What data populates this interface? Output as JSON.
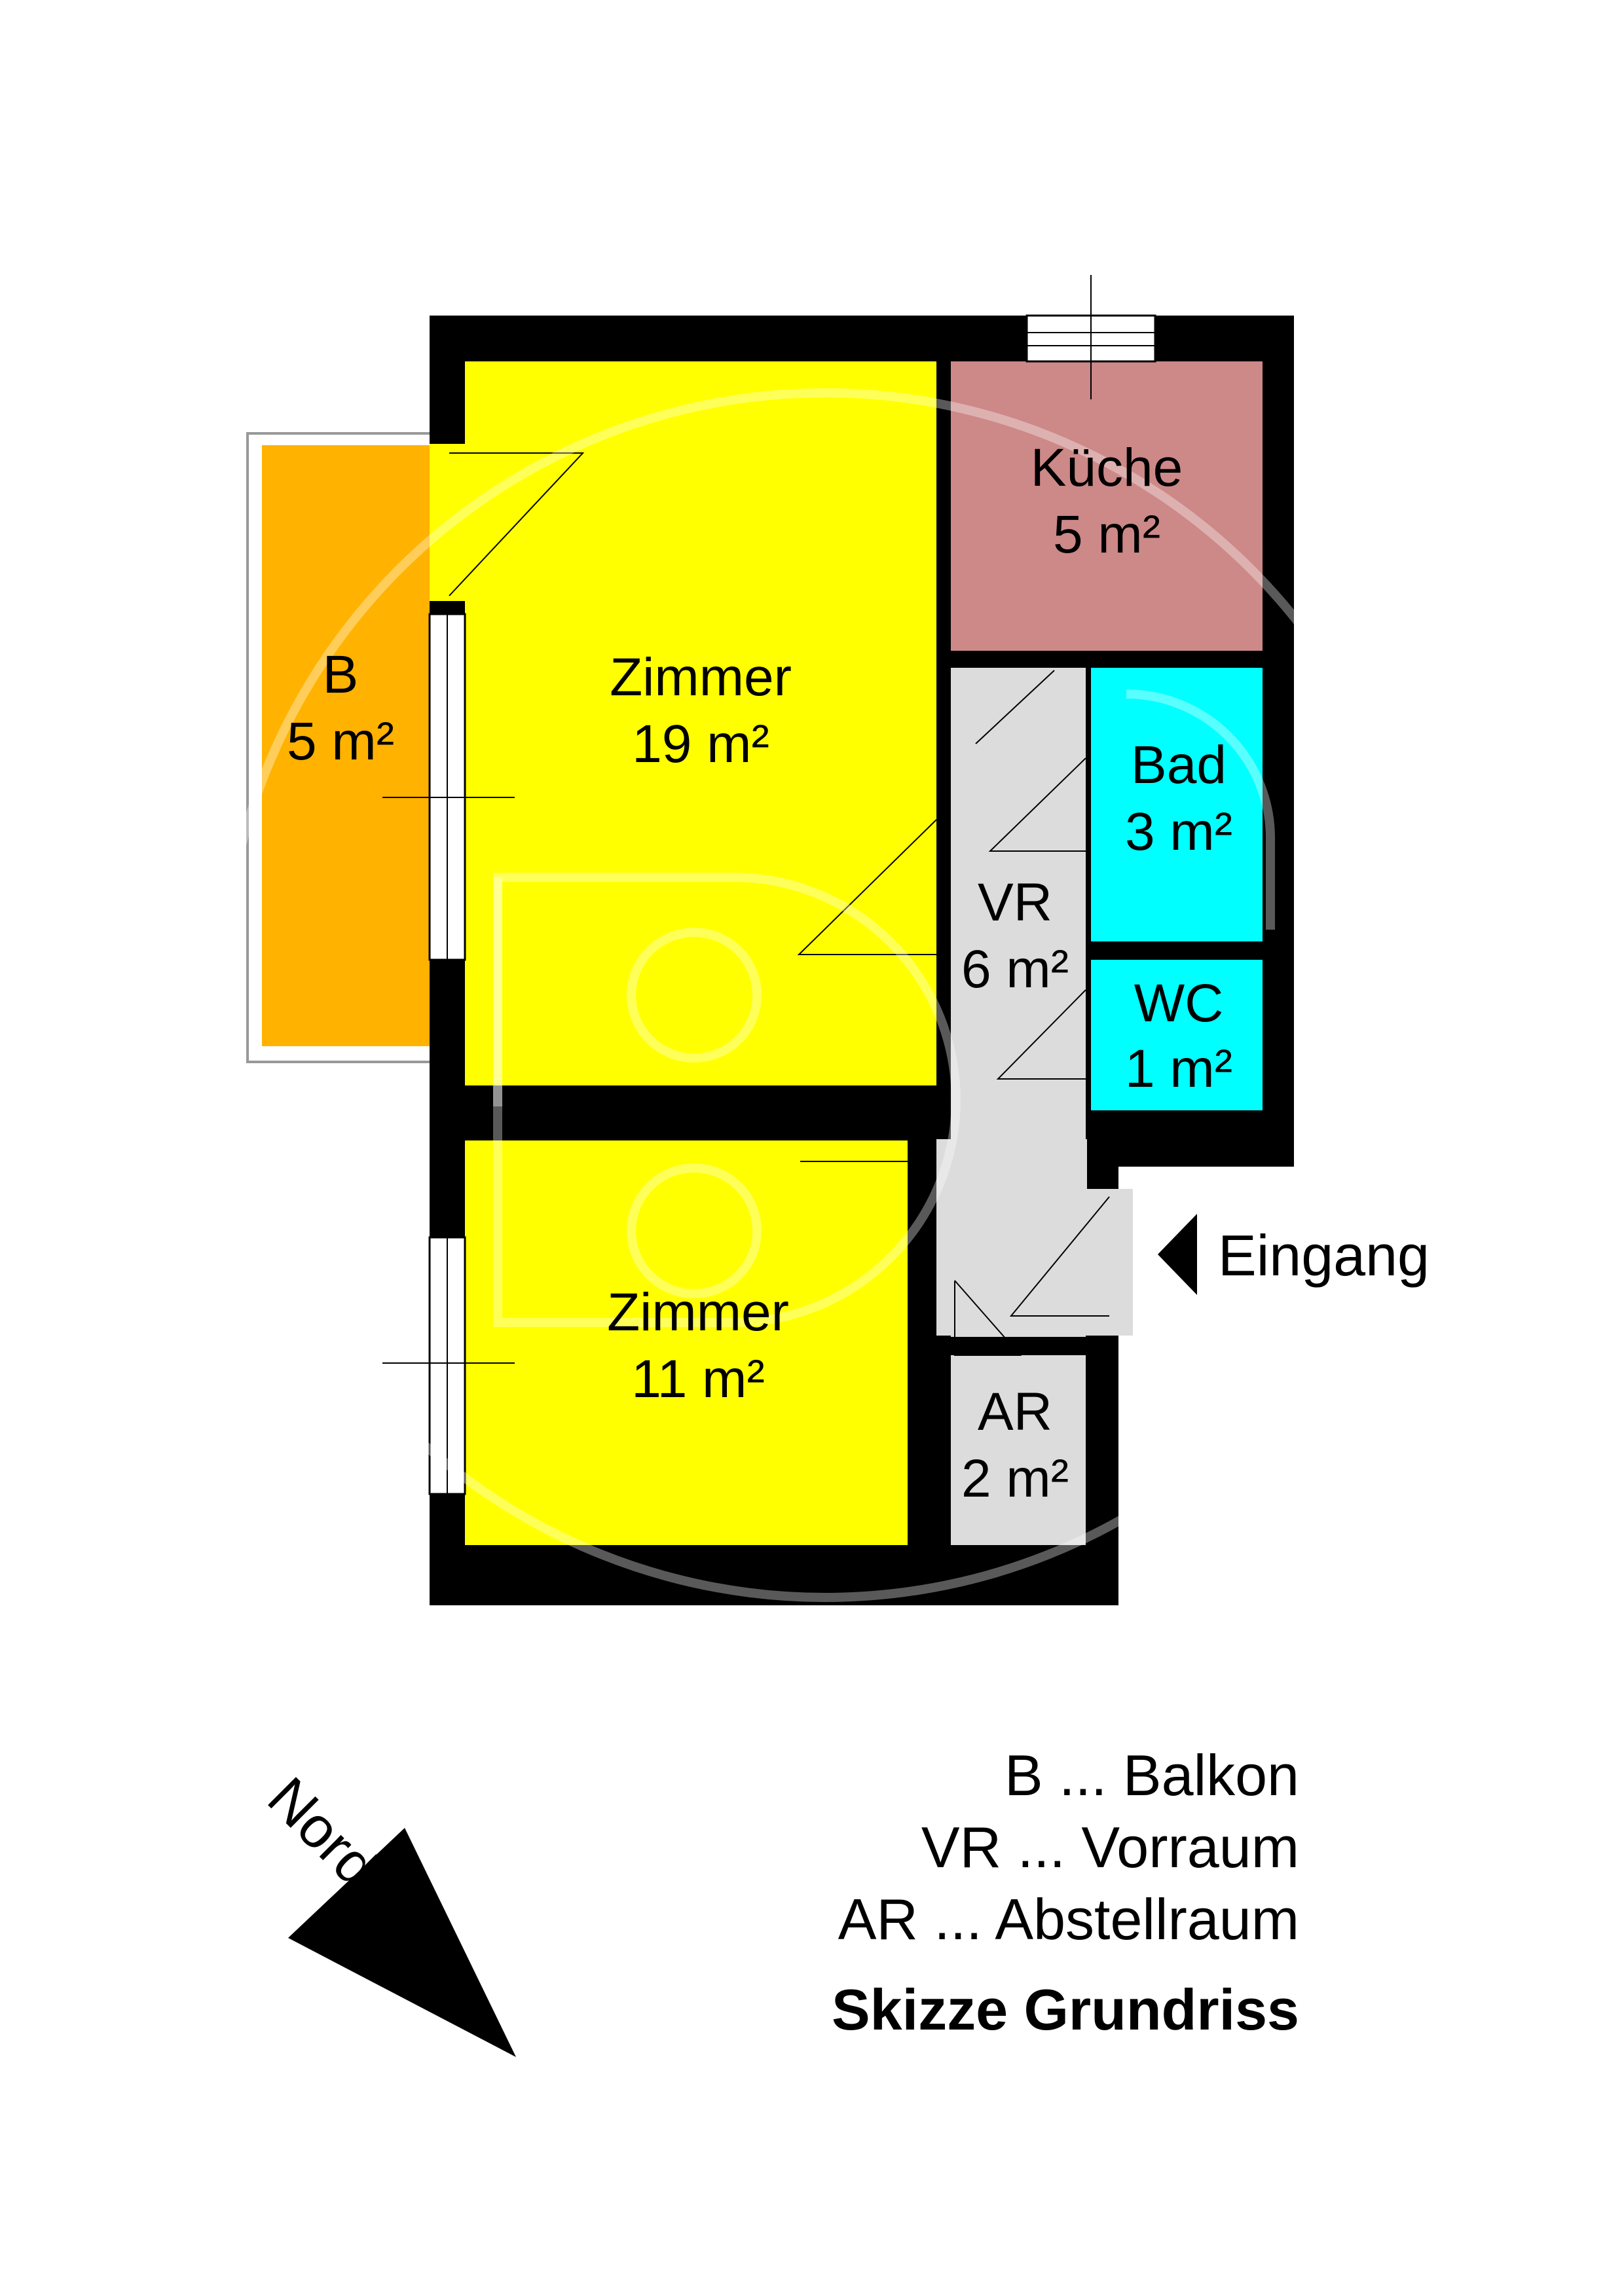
{
  "rooms": {
    "balkon": {
      "name": "B",
      "area": "5 m²",
      "color": "#FFB200"
    },
    "zimmer1": {
      "name": "Zimmer",
      "area": "19 m²",
      "color": "#FFFF00"
    },
    "kueche": {
      "name": "Küche",
      "area": "5 m²",
      "color": "#CD8888"
    },
    "bad": {
      "name": "Bad",
      "area": "3 m²",
      "color": "#00FFFF"
    },
    "wc": {
      "name": "WC",
      "area": "1 m²",
      "color": "#00FFFF"
    },
    "vorraum": {
      "name": "VR",
      "area": "6 m²",
      "color": "#DCDCDC"
    },
    "zimmer2": {
      "name": "Zimmer",
      "area": "11 m²",
      "color": "#FFFF00"
    },
    "abstell": {
      "name": "AR",
      "area": "2 m²",
      "color": "#DCDCDC"
    }
  },
  "entrance": {
    "label": "Eingang"
  },
  "north": {
    "label": "Norden"
  },
  "legend": {
    "items": [
      "B ... Balkon",
      "VR ... Vorraum",
      "AR ... Abstellraum"
    ],
    "title": "Skizze Grundriss"
  },
  "colors": {
    "wall": "#000000"
  }
}
